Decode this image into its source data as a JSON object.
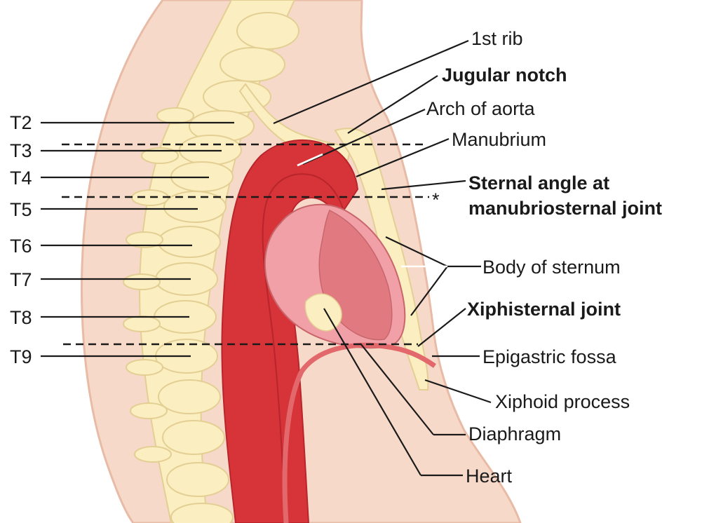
{
  "vertebra_labels": [
    "T2",
    "T3",
    "T4",
    "T5",
    "T6",
    "T7",
    "T8",
    "T9"
  ],
  "structure_labels": {
    "first_rib": "1st rib",
    "jugular_notch": "Jugular notch",
    "arch_of_aorta": "Arch of aorta",
    "manubrium": "Manubrium",
    "sternal_angle_line1": "Sternal angle at",
    "sternal_angle_line2": "manubriosternal joint",
    "sternal_angle_marker": "*",
    "body_of_sternum": "Body of sternum",
    "xiphisternal_joint": "Xiphisternal joint",
    "epigastric_fossa": "Epigastric fossa",
    "xiphoid_process": "Xiphoid process",
    "diaphragm": "Diaphragm",
    "heart": "Heart"
  },
  "colors": {
    "skin": "#f7d9c9",
    "skin_outline": "#e8bba6",
    "bone": "#fbeec0",
    "bone_outline": "#e3cf93",
    "aorta": "#d7343a",
    "heart": "#f0a0a6",
    "heart_dark": "#e07a80",
    "diaphragm": "#e2686c"
  }
}
